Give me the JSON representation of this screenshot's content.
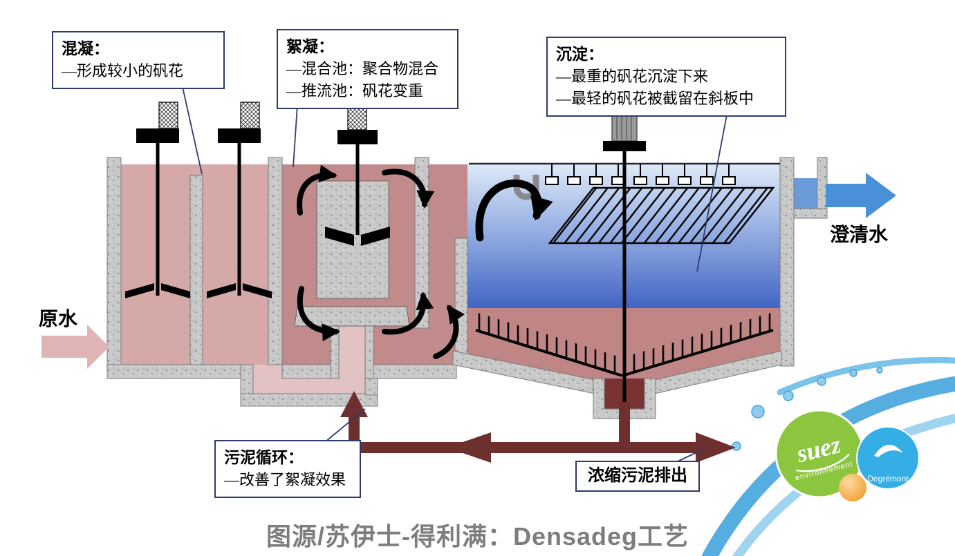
{
  "callouts": {
    "coagulation": {
      "title": "混凝：",
      "line1": "—形成较小的矾花"
    },
    "flocculation": {
      "title": "絮凝：",
      "line1": "—混合池：聚合物混合",
      "line2": "—推流池：矾花变重"
    },
    "sedimentation": {
      "title": "沉淀：",
      "line1": "—最重的矾花沉淀下来",
      "line2": "—最轻的矾花被截留在斜板中"
    },
    "sludge_recirculation": {
      "title": "污泥循环：",
      "line1": "—改善了絮凝效果"
    },
    "sludge_discharge": {
      "label": "浓缩污泥排出"
    }
  },
  "labels": {
    "raw_water": "原水",
    "clarified_water": "澄清水"
  },
  "caption": "图源/苏伊士-得利满：Densadeg工艺",
  "logos": {
    "suez_name": "suez",
    "suez_tagline": "environnement",
    "degremont_name": "Degrémont"
  },
  "colors": {
    "coagulation_water": "#d6a9a9",
    "flocculation_water": "#c28b8b",
    "sump_water": "#e2c2c2",
    "clarified_water_top": "#dde9f8",
    "clarified_water_deep": "#3f63c2",
    "sludge_zone": "#c08585",
    "sludge_pipe": "#6e2f2f",
    "concrete": "#c9c9c9",
    "callout_border": "#2e3a6e",
    "raw_water_arrow": "#e0b4b4",
    "clear_water_arrow": "#4a90d9",
    "suez_green": "#8cc63e",
    "degremont_blue": "#35aee6",
    "accent_orange": "#f2a33c"
  }
}
